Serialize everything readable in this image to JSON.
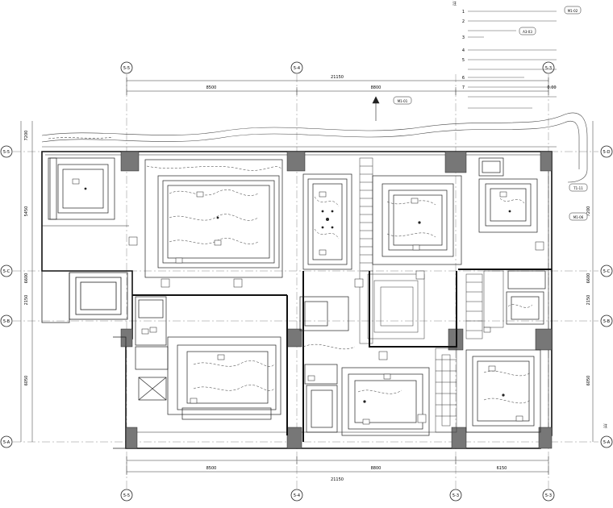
{
  "drawing": {
    "axes": {
      "top": [
        "5-5",
        "5-4",
        "5-3"
      ],
      "bottom": [
        "5-5",
        "5-4",
        "5-3",
        "5-3"
      ],
      "left": [
        "5-5",
        "5-C",
        "5-B",
        "5-A"
      ],
      "right": [
        "5-D",
        "5-C",
        "5-B",
        "5-A"
      ]
    },
    "dims": {
      "top_segments": [
        "8500",
        "8800",
        "0.00"
      ],
      "top_total": "21150",
      "bottom_segments": [
        "8500",
        "8800",
        "6150"
      ],
      "bottom_total": "21150",
      "left": [
        "7200",
        "5450",
        "6600",
        "2150",
        "6050"
      ],
      "right": [
        "7200",
        "6600",
        "2150",
        "6050"
      ]
    },
    "notes": {
      "header": "注",
      "items": [
        "1",
        "2",
        "3",
        "4",
        "5",
        "6",
        "7"
      ]
    },
    "tags": [
      "M1-02",
      "A3-03",
      "M1-01",
      "T1-11",
      "M1-06"
    ],
    "side_note": "注"
  }
}
